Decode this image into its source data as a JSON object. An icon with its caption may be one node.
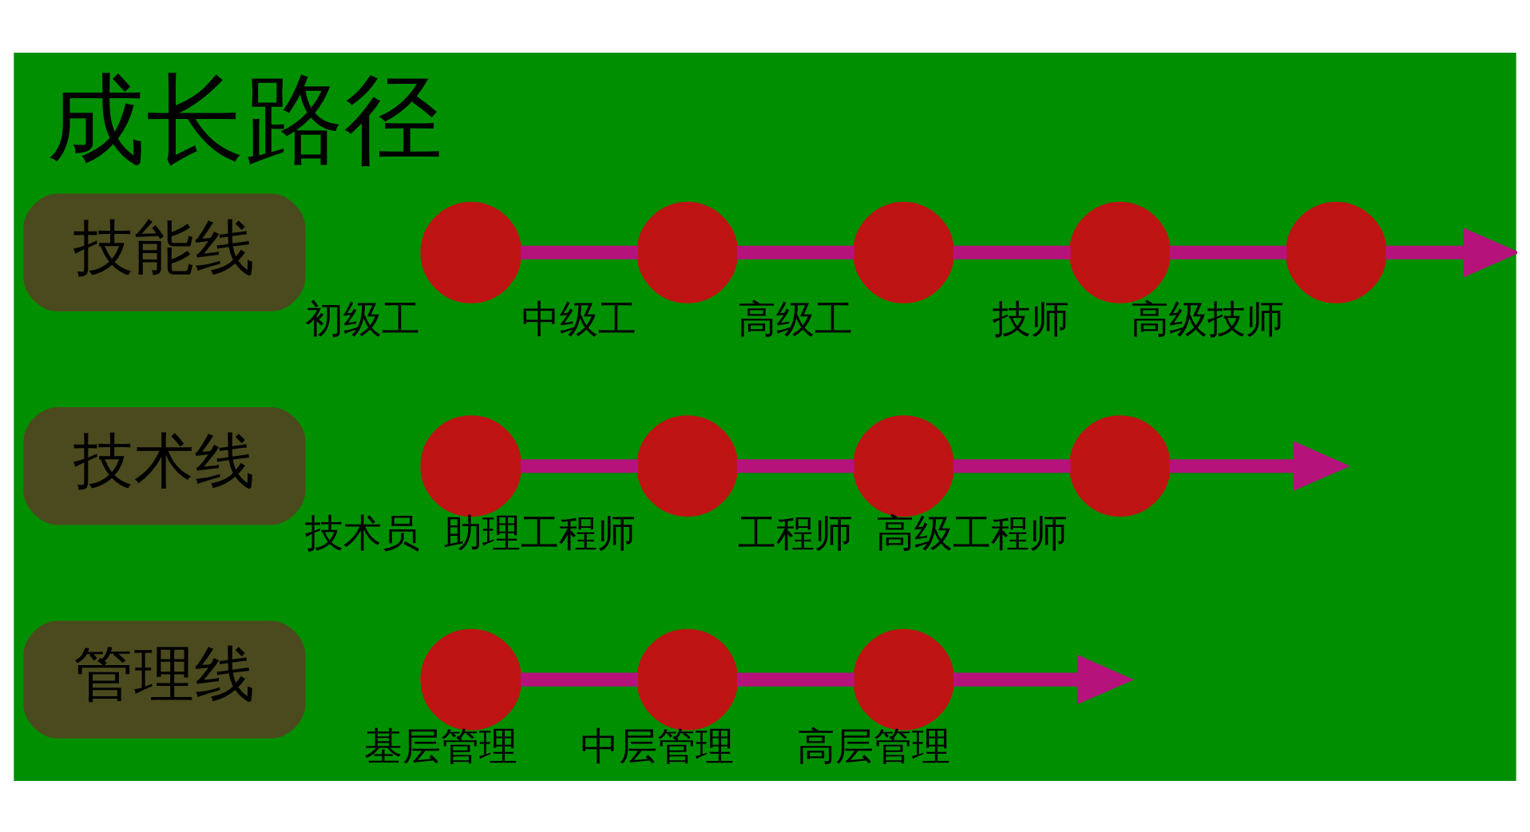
{
  "diagram": {
    "title": "成长路径",
    "nodes": [
      {
        "text": [
          "技能线"
        ]
      },
      {
        "text": [
          "技术线"
        ]
      },
      {
        "text": [
          "管理线"
        ]
      },
      {
        "text": [],
        "shape": "circle",
        "beside": [
          "初级工"
        ]
      },
      {
        "text": [],
        "shape": "circle",
        "beside": [
          "中级工"
        ]
      },
      {
        "text": [],
        "shape": "circle",
        "beside": [
          "高级工"
        ]
      },
      {
        "text": [],
        "shape": "circle",
        "beside": [
          "技师"
        ]
      },
      {
        "text": [],
        "shape": "circle",
        "beside": [
          "高级技师"
        ]
      },
      {
        "text": [],
        "shape": "circle",
        "beside": [
          "技术员"
        ]
      },
      {
        "text": [],
        "shape": "circle",
        "beside": [
          "助理工程师"
        ]
      },
      {
        "text": [],
        "shape": "circle",
        "beside": [
          "工程师"
        ]
      },
      {
        "text": [],
        "shape": "circle",
        "beside": [
          "高级工程师"
        ]
      },
      {
        "text": [],
        "shape": "circle",
        "beside": [
          "基层管理"
        ]
      },
      {
        "text": [],
        "shape": "circle",
        "beside": [
          "中层管理"
        ]
      },
      {
        "text": [],
        "shape": "circle",
        "beside": [
          "高层管理"
        ]
      }
    ],
    "edges": [
      {
        "from": 3,
        "to": 4,
        "arrow": "none"
      },
      {
        "from": 4,
        "to": 5,
        "arrow": "none"
      },
      {
        "from": 5,
        "to": 6,
        "arrow": "none"
      },
      {
        "from": 6,
        "to": 7,
        "arrow": "none"
      },
      {
        "from": 7,
        "to": null,
        "arrow": "to"
      },
      {
        "from": 8,
        "to": 9,
        "arrow": "none"
      },
      {
        "from": 9,
        "to": 10,
        "arrow": "none"
      },
      {
        "from": 10,
        "to": 11,
        "arrow": "none"
      },
      {
        "from": 11,
        "to": null,
        "arrow": "to"
      },
      {
        "from": 12,
        "to": 13,
        "arrow": "none"
      },
      {
        "from": 13,
        "to": 14,
        "arrow": "none"
      },
      {
        "from": 14,
        "to": null,
        "arrow": "to"
      }
    ]
  }
}
